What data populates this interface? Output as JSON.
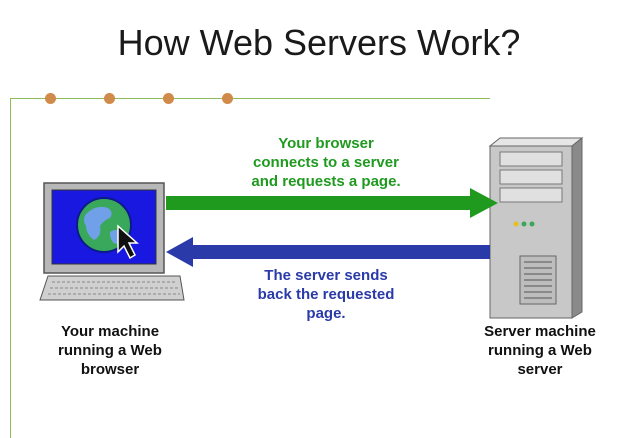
{
  "title": "How Web Servers Work?",
  "request_caption": [
    "Your browser",
    "connects to a server",
    "and requests a page."
  ],
  "response_caption": [
    "The server sends",
    "back the requested",
    "page."
  ],
  "client_label": [
    "Your machine",
    "running a Web",
    "browser"
  ],
  "server_label": [
    "Server machine",
    "running a Web",
    "server"
  ],
  "colors": {
    "request_arrow": "#1f9a1f",
    "response_arrow": "#2a3aa8",
    "monitor_screen": "#1818e0",
    "accent_line": "#8fbc5a",
    "bullet_dot": "#d08a4a"
  }
}
